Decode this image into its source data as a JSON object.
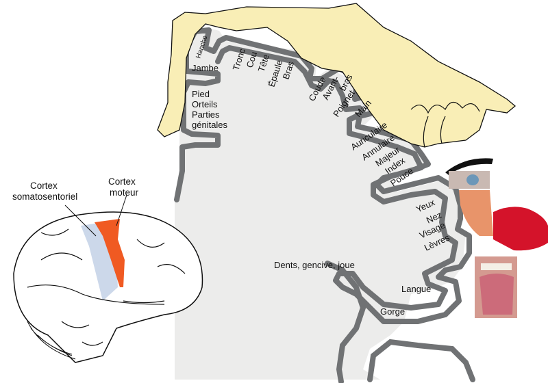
{
  "brain_labels": {
    "sensory_cortex": [
      "Cortex",
      "somatosentoriel"
    ],
    "motor_cortex": [
      "Cortex",
      "moteur"
    ]
  },
  "body_parts": {
    "hanche": "Hanche",
    "jambe": "Jambe",
    "pied": "Pied",
    "orteils": "Orteils",
    "parties": "Parties",
    "genitales": "génitales",
    "tronc": "Tronc",
    "cou": "Cou",
    "tete": "Tête",
    "epaule": "Épaule",
    "bras": "Bras",
    "coude": "Coude",
    "avant": "Avant-",
    "bras2": "bras",
    "poignet": "Poignet",
    "main": "Main",
    "auriculaire": "Auriculaire",
    "annulaire": "Annulaire",
    "majeur": "Majeur",
    "index": "Index",
    "pouce": "Pouce",
    "yeux": "Yeux",
    "nez": "Nez",
    "visage": "Visage",
    "levres": "Lèvres",
    "dents": "Dents, gencive, joue",
    "langue": "Langue",
    "gorge": "Gorge"
  },
  "colors": {
    "cortex_fill": "#ececeb",
    "cortex_outline": "#707274",
    "body": "#f9eeb6",
    "sensory_strip": "#ccd8ea",
    "motor_strip": "#f05a22",
    "lips": "#d4132a",
    "skin": "#e8946a"
  }
}
